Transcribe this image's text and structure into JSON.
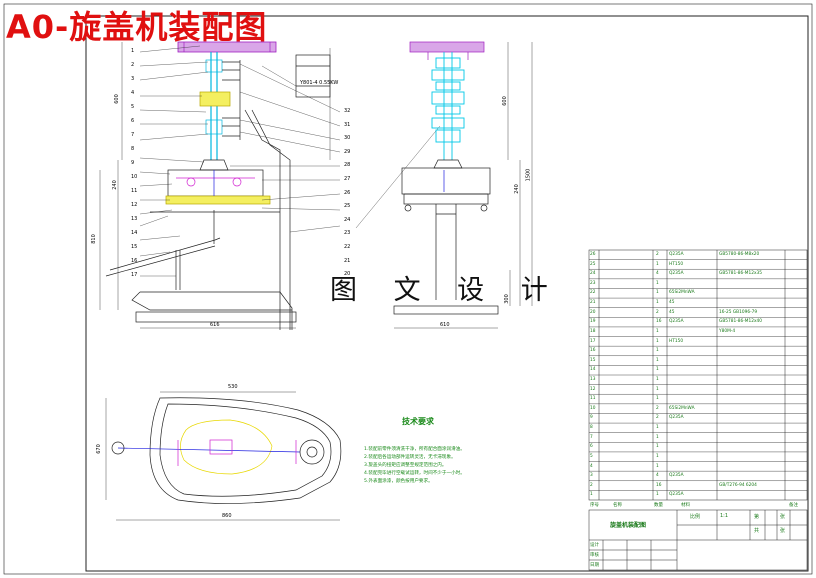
{
  "title": "A0-旋盖机装配图",
  "watermark": "图 文 设 计",
  "front_view": {
    "motor_label": "Y801-4 0.55KW",
    "dimensions": {
      "height_upper": "600",
      "height_mid": "240",
      "height_total": "810",
      "width": "616"
    },
    "left_callouts": [
      "1",
      "2",
      "3",
      "4",
      "5",
      "6",
      "7",
      "8",
      "9",
      "10",
      "11",
      "12",
      "13",
      "14",
      "15",
      "16",
      "17"
    ],
    "right_callouts": [
      "32",
      "31",
      "30",
      "29",
      "28",
      "27",
      "26",
      "25",
      "24",
      "23",
      "22",
      "21",
      "20"
    ]
  },
  "side_view": {
    "dimensions": {
      "height_upper": "600",
      "height_mid": "240",
      "height_total": "1500",
      "height_low": "300",
      "width": "610"
    }
  },
  "top_view": {
    "dimensions": {
      "width_top": "530",
      "width_bottom": "860",
      "height": "670"
    }
  },
  "technical_requirements": {
    "title": "技术要求",
    "notes": [
      "1.装配前零件须清洗干净，所有配合面涂润滑油。",
      "2.装配后各运动部件运转灵活，无卡滞现象。",
      "3.旋盖头的扭矩应调整至规定范围之内。",
      "4.装配完毕进行空载试运转，时间不少于一小时。",
      "5.外表面涂漆，颜色按用户要求。"
    ]
  },
  "parts_list": {
    "rows": [
      {
        "no": "26",
        "name": "",
        "qty": "2",
        "material": "Q235A",
        "remark": "GB5780-86-M8x20"
      },
      {
        "no": "25",
        "name": "",
        "qty": "1",
        "material": "HT150",
        "remark": ""
      },
      {
        "no": "24",
        "name": "",
        "qty": "4",
        "material": "Q235A",
        "remark": "GB5781-86-M12x35"
      },
      {
        "no": "23",
        "name": "",
        "qty": "1",
        "material": "",
        "remark": ""
      },
      {
        "no": "22",
        "name": "",
        "qty": "1",
        "material": "65Si2MnWA",
        "remark": ""
      },
      {
        "no": "21",
        "name": "",
        "qty": "1",
        "material": "45",
        "remark": ""
      },
      {
        "no": "20",
        "name": "",
        "qty": "2",
        "material": "45",
        "remark": "16-25 GB1096-79"
      },
      {
        "no": "19",
        "name": "",
        "qty": "16",
        "material": "Q235A",
        "remark": "GB5781-86-M12x40"
      },
      {
        "no": "18",
        "name": "",
        "qty": "1",
        "material": "",
        "remark": "Y80M-4"
      },
      {
        "no": "17",
        "name": "",
        "qty": "1",
        "material": "HT150",
        "remark": ""
      },
      {
        "no": "16",
        "name": "",
        "qty": "1",
        "material": "",
        "remark": ""
      },
      {
        "no": "15",
        "name": "",
        "qty": "1",
        "material": "",
        "remark": ""
      },
      {
        "no": "14",
        "name": "",
        "qty": "1",
        "material": "",
        "remark": ""
      },
      {
        "no": "13",
        "name": "",
        "qty": "1",
        "material": "",
        "remark": ""
      },
      {
        "no": "12",
        "name": "",
        "qty": "1",
        "material": "",
        "remark": ""
      },
      {
        "no": "11",
        "name": "",
        "qty": "1",
        "material": "",
        "remark": ""
      },
      {
        "no": "10",
        "name": "",
        "qty": "2",
        "material": "65Si2MnWA",
        "remark": ""
      },
      {
        "no": "9",
        "name": "",
        "qty": "2",
        "material": "Q235A",
        "remark": ""
      },
      {
        "no": "8",
        "name": "",
        "qty": "1",
        "material": "",
        "remark": ""
      },
      {
        "no": "7",
        "name": "",
        "qty": "1",
        "material": "",
        "remark": ""
      },
      {
        "no": "6",
        "name": "",
        "qty": "1",
        "material": "",
        "remark": ""
      },
      {
        "no": "5",
        "name": "",
        "qty": "1",
        "material": "",
        "remark": ""
      },
      {
        "no": "4",
        "name": "",
        "qty": "1",
        "material": "",
        "remark": ""
      },
      {
        "no": "3",
        "name": "",
        "qty": "4",
        "material": "Q235A",
        "remark": ""
      },
      {
        "no": "2",
        "name": "",
        "qty": "16",
        "material": "",
        "remark": "GB/T276-94 6204"
      },
      {
        "no": "1",
        "name": "",
        "qty": "1",
        "material": "Q235A",
        "remark": ""
      }
    ],
    "header": {
      "no": "序号",
      "name": "名称",
      "qty": "数量",
      "material": "材料",
      "remark": "备注"
    }
  },
  "title_block": {
    "drawing_name": "旋盖机装配图",
    "scale_label": "比例",
    "scale_value": "1:1",
    "sheet_label_1": "第",
    "sheet_label_2": "张",
    "sheet_label_3": "共",
    "sheet_label_4": "张",
    "left_labels": [
      "设计",
      "审核",
      "日期"
    ]
  },
  "colors": {
    "line": "#1a1a1a",
    "cyan": "#00c8e8",
    "magenta": "#d020d0",
    "yellow": "#e8d800",
    "green": "#1a8a1a",
    "red": "#e01010",
    "blue": "#2020e0"
  }
}
